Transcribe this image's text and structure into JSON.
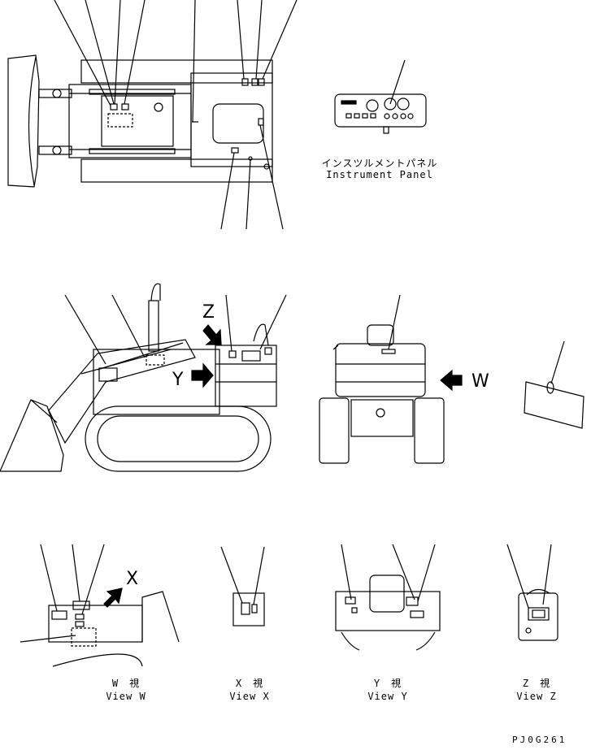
{
  "instrument_panel": {
    "label_jp": "インスツルメントパネル",
    "label_en": "Instrument Panel"
  },
  "side_view": {
    "arrow_y": "Y",
    "arrow_z": "Z"
  },
  "rear_view": {
    "arrow_w": "W"
  },
  "view_w": {
    "title_jp": "W　視",
    "title_en": "View W",
    "arrow_x": "X"
  },
  "view_x": {
    "title_jp": "X　視",
    "title_en": "View X"
  },
  "view_y": {
    "title_jp": "Y　視",
    "title_en": "View Y"
  },
  "view_z": {
    "title_jp": "Z　視",
    "title_en": "View Z"
  },
  "drawing_code": "PJ0G261"
}
